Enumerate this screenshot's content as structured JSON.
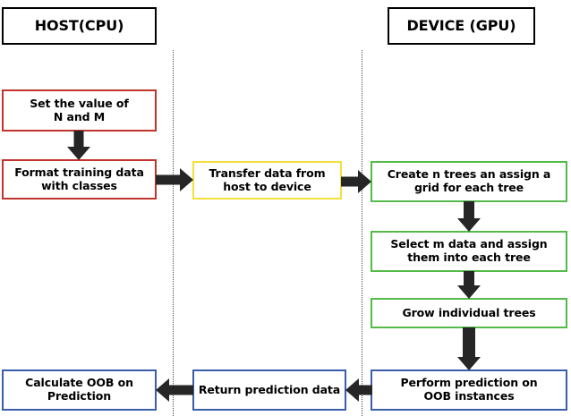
{
  "diagram": {
    "title": "GPU Random Forest training and prediction flowchart",
    "background_color": "#ffffff",
    "arrow_color": "#262626",
    "lane_divider_color": "#4a4a4a"
  },
  "lanes": [
    {
      "id": "host",
      "header": "HOST(CPU)",
      "header_border_color": "#000000"
    },
    {
      "id": "transfer",
      "header": "",
      "header_border_color": "#f3e03b"
    },
    {
      "id": "device",
      "header": "DEVICE (GPU)",
      "header_border_color": "#000000"
    }
  ],
  "nodes": {
    "set_values": {
      "label": "Set the value of\nN and M",
      "line1": "Set the value of",
      "line2": "N and M",
      "border_color": "#c0342c",
      "lane": "host"
    },
    "format_training": {
      "label": "Format training data\nwith classes",
      "line1": "Format training data",
      "line2": "with classes",
      "border_color": "#c0342c",
      "lane": "host"
    },
    "transfer_data": {
      "label": "Transfer data from\nhost to device",
      "line1": "Transfer data from",
      "line2": "host to device",
      "border_color": "#f3e03b",
      "lane": "transfer"
    },
    "create_trees": {
      "label": "Create n trees an assign a\ngrid for each tree",
      "line1": "Create n trees an assign a",
      "line2": "grid for each tree",
      "border_color": "#54bb4a",
      "lane": "device"
    },
    "select_m_data": {
      "label": "Select m data and assign\nthem into each tree",
      "line1": "Select m data and assign",
      "line2": "them into each tree",
      "border_color": "#54bb4a",
      "lane": "device"
    },
    "grow_trees": {
      "label": "Grow individual trees",
      "line1": "Grow individual trees",
      "line2": "",
      "border_color": "#54bb4a",
      "lane": "device"
    },
    "perform_prediction": {
      "label": "Perform prediction on\nOOB instances",
      "line1": "Perform prediction on",
      "line2": "OOB instances",
      "border_color": "#3b5ea8",
      "lane": "device"
    },
    "return_prediction": {
      "label": "Return prediction data",
      "line1": "Return prediction data",
      "line2": "",
      "border_color": "#3b5ea8",
      "lane": "transfer"
    },
    "calculate_oob": {
      "label": "Calculate OOB on\nPrediction",
      "line1": "Calculate OOB on",
      "line2": "Prediction",
      "border_color": "#3b5ea8",
      "lane": "host"
    }
  },
  "edges": [
    {
      "id": "set-to-format",
      "from": "set_values",
      "to": "format_training",
      "direction": "down"
    },
    {
      "id": "format-to-transfer",
      "from": "format_training",
      "to": "transfer_data",
      "direction": "right"
    },
    {
      "id": "transfer-to-create",
      "from": "transfer_data",
      "to": "create_trees",
      "direction": "right"
    },
    {
      "id": "create-to-select",
      "from": "create_trees",
      "to": "select_m_data",
      "direction": "down"
    },
    {
      "id": "select-to-grow",
      "from": "select_m_data",
      "to": "grow_trees",
      "direction": "down"
    },
    {
      "id": "grow-to-perform",
      "from": "grow_trees",
      "to": "perform_prediction",
      "direction": "down"
    },
    {
      "id": "perform-to-return",
      "from": "perform_prediction",
      "to": "return_prediction",
      "direction": "left"
    },
    {
      "id": "return-to-calculate",
      "from": "return_prediction",
      "to": "calculate_oob",
      "direction": "left"
    }
  ]
}
